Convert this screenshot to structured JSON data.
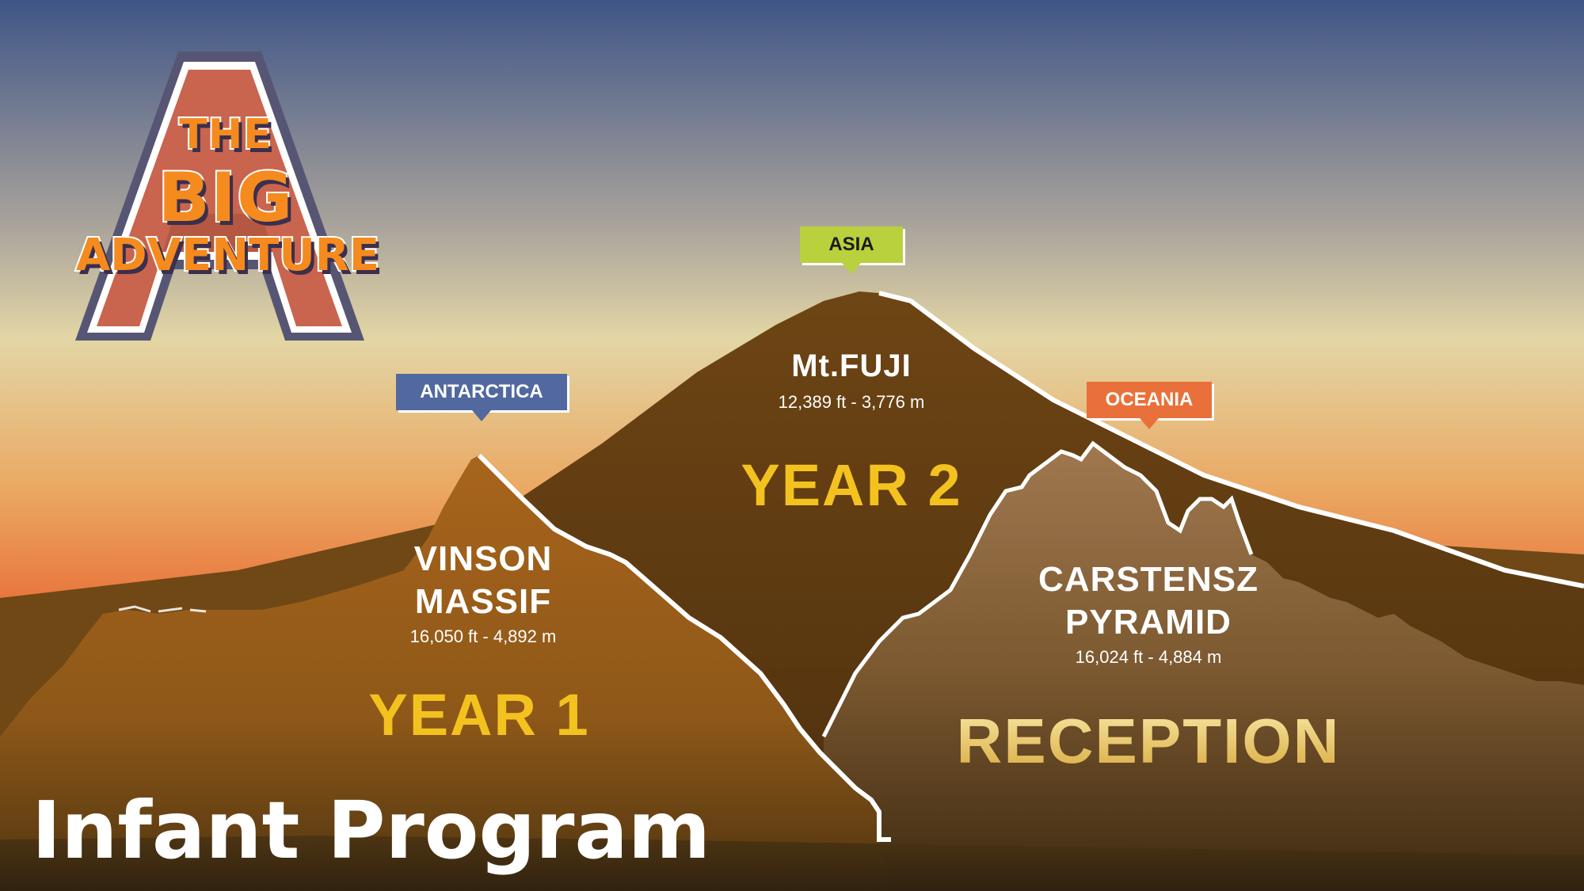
{
  "logo": {
    "line1": "THE",
    "line2": "BIG",
    "line3": "ADVENTURE",
    "emblem": "letter-a-emblem"
  },
  "tags": {
    "antarctica": "ANTARCTICA",
    "asia": "ASIA",
    "oceania": "OCEANIA"
  },
  "mountains": {
    "vinson": {
      "name_line1": "VINSON",
      "name_line2": "MASSIF",
      "elevation": "16,050 ft - 4,892 m"
    },
    "fuji": {
      "name": "Mt.FUJI",
      "elevation": "12,389 ft - 3,776 m"
    },
    "carstensz": {
      "name_line1": "CARSTENSZ",
      "name_line2": "PYRAMID",
      "elevation": "16,024 ft - 4,884 m"
    }
  },
  "levels": {
    "year1": "YEAR 1",
    "year2": "YEAR 2",
    "reception": "RECEPTION"
  },
  "program_title": "Infant Program",
  "colors": {
    "sky_top": "#3f5587",
    "sky_mid": "#e2d3a2",
    "sky_bottom": "#e8733a",
    "fuji": "#6a4314",
    "vinson": "#9a5f1c",
    "carstensz": "#8d6a45",
    "year_gold": "#f3c21f",
    "tag_antarctica": "#52699f",
    "tag_asia": "#b9d13d",
    "tag_oceania": "#e9703a"
  }
}
